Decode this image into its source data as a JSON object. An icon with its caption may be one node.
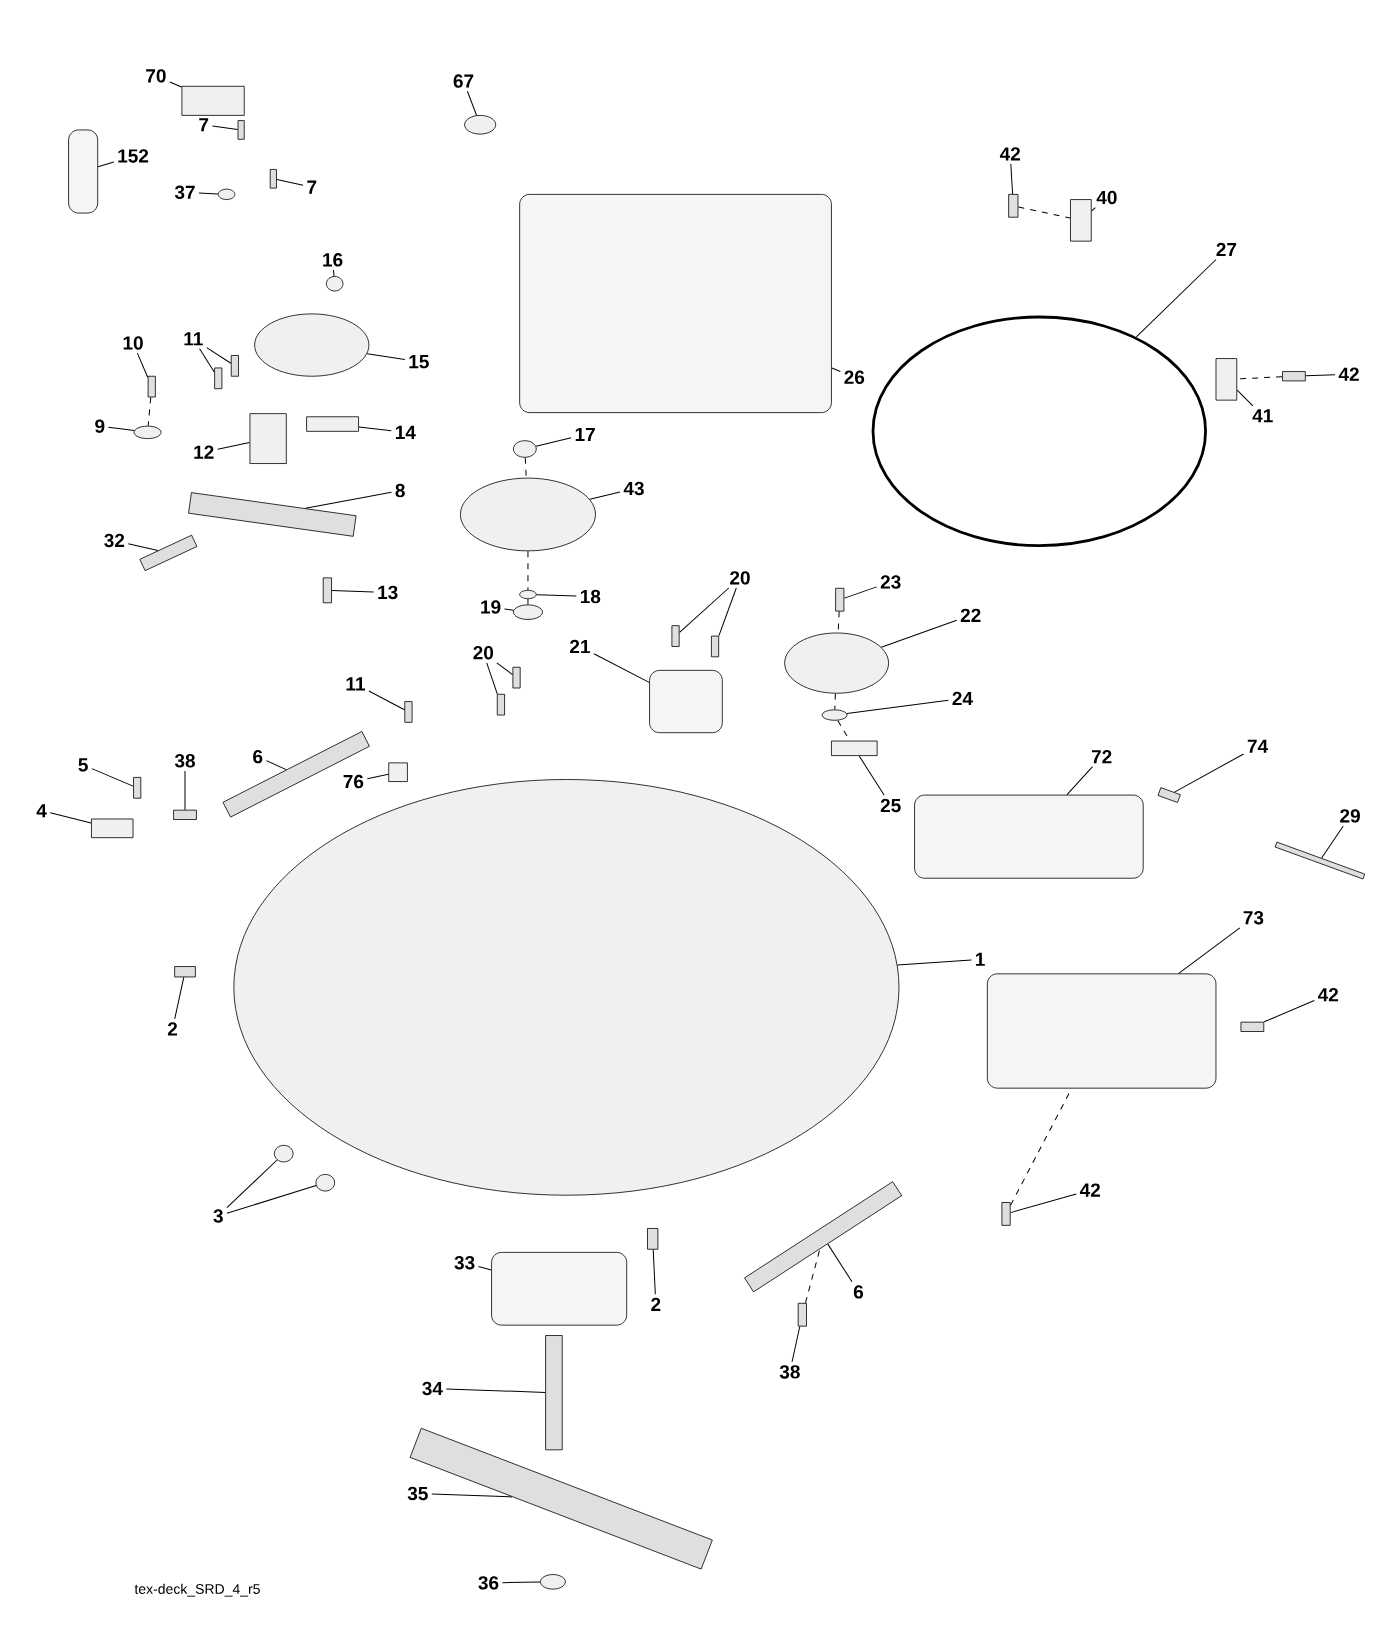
{
  "diagram": {
    "nodes": [
      {
        "text": [
          "70"
        ]
      },
      {
        "text": [],
        "shape": "box"
      },
      {
        "text": [
          "67"
        ]
      },
      {
        "text": [],
        "shape": "circle"
      },
      {
        "text": [
          "7"
        ]
      },
      {
        "text": [],
        "shape": "bar"
      },
      {
        "text": [
          "7"
        ]
      },
      {
        "text": [],
        "shape": "bar"
      },
      {
        "text": [
          "152"
        ]
      },
      {
        "text": [],
        "shape": "box"
      },
      {
        "text": [
          "37"
        ]
      },
      {
        "text": [],
        "shape": "circle"
      },
      {
        "text": [
          "16"
        ]
      },
      {
        "text": [],
        "shape": "circle"
      },
      {
        "text": [
          "15"
        ]
      },
      {
        "text": [],
        "shape": "circle"
      },
      {
        "text": [
          "11"
        ]
      },
      {
        "text": [],
        "shape": "bar"
      },
      {
        "text": [],
        "shape": "bar"
      },
      {
        "text": [
          "10"
        ]
      },
      {
        "text": [],
        "shape": "bar"
      },
      {
        "text": [
          "9"
        ]
      },
      {
        "text": [],
        "shape": "circle"
      },
      {
        "text": [
          "12"
        ]
      },
      {
        "text": [],
        "shape": "box"
      },
      {
        "text": [
          "14"
        ]
      },
      {
        "text": [],
        "shape": "box"
      },
      {
        "text": [
          "8"
        ]
      },
      {
        "text": [],
        "shape": "bar"
      },
      {
        "text": [
          "32"
        ]
      },
      {
        "text": [],
        "shape": "bar"
      },
      {
        "text": [
          "13"
        ]
      },
      {
        "text": [],
        "shape": "bar"
      },
      {
        "text": [
          "17"
        ]
      },
      {
        "text": [],
        "shape": "circle"
      },
      {
        "text": [
          "43"
        ]
      },
      {
        "text": [],
        "shape": "circle"
      },
      {
        "text": [
          "18"
        ]
      },
      {
        "text": [],
        "shape": "circle"
      },
      {
        "text": [
          "19"
        ]
      },
      {
        "text": [],
        "shape": "circle"
      },
      {
        "text": [
          "20"
        ]
      },
      {
        "text": [],
        "shape": "bar"
      },
      {
        "text": [],
        "shape": "bar"
      },
      {
        "text": [
          "21"
        ]
      },
      {
        "text": [],
        "shape": "box"
      },
      {
        "text": [
          "23"
        ]
      },
      {
        "text": [],
        "shape": "bar"
      },
      {
        "text": [
          "22"
        ]
      },
      {
        "text": [],
        "shape": "circle"
      },
      {
        "text": [
          "24"
        ]
      },
      {
        "text": [],
        "shape": "circle"
      },
      {
        "text": [
          "25"
        ]
      },
      {
        "text": [],
        "shape": "box"
      },
      {
        "text": [
          "20"
        ]
      },
      {
        "text": [],
        "shape": "bar"
      },
      {
        "text": [],
        "shape": "bar"
      },
      {
        "text": [
          "11"
        ]
      },
      {
        "text": [],
        "shape": "bar"
      },
      {
        "text": [
          "76"
        ]
      },
      {
        "text": [],
        "shape": "box"
      },
      {
        "text": [
          "5"
        ]
      },
      {
        "text": [],
        "shape": "bar"
      },
      {
        "text": [
          "38"
        ]
      },
      {
        "text": [],
        "shape": "bar"
      },
      {
        "text": [
          "6"
        ]
      },
      {
        "text": [],
        "shape": "bar"
      },
      {
        "text": [
          "4"
        ]
      },
      {
        "text": [],
        "shape": "box"
      },
      {
        "text": [
          "72"
        ]
      },
      {
        "text": [],
        "shape": "box"
      },
      {
        "text": [
          "74"
        ]
      },
      {
        "text": [],
        "shape": "bar"
      },
      {
        "text": [
          "29"
        ]
      },
      {
        "text": [],
        "shape": "bar"
      },
      {
        "text": [
          "73"
        ]
      },
      {
        "text": [],
        "shape": "box"
      },
      {
        "text": [
          "1"
        ]
      },
      {
        "text": [],
        "shape": "circle"
      },
      {
        "text": [
          "2"
        ]
      },
      {
        "text": [],
        "shape": "bar"
      },
      {
        "text": [
          "42"
        ]
      },
      {
        "text": [],
        "shape": "bar"
      },
      {
        "text": [
          "42"
        ]
      },
      {
        "text": [],
        "shape": "bar"
      },
      {
        "text": [
          "3"
        ]
      },
      {
        "text": [],
        "shape": "circle"
      },
      {
        "text": [],
        "shape": "circle"
      },
      {
        "text": [
          "2"
        ]
      },
      {
        "text": [],
        "shape": "bar"
      },
      {
        "text": [
          "33"
        ]
      },
      {
        "text": [],
        "shape": "box"
      },
      {
        "text": [
          "6"
        ]
      },
      {
        "text": [],
        "shape": "bar"
      },
      {
        "text": [
          "38"
        ]
      },
      {
        "text": [],
        "shape": "bar"
      },
      {
        "text": [
          "34"
        ]
      },
      {
        "text": [],
        "shape": "bar"
      },
      {
        "text": [
          "35"
        ]
      },
      {
        "text": [],
        "shape": "bar"
      },
      {
        "text": [
          "36"
        ]
      },
      {
        "text": [],
        "shape": "circle"
      },
      {
        "text": [
          "26"
        ]
      },
      {
        "text": [],
        "shape": "box"
      },
      {
        "text": [
          "42"
        ]
      },
      {
        "text": [],
        "shape": "bar"
      },
      {
        "text": [
          "40"
        ]
      },
      {
        "text": [],
        "shape": "box"
      },
      {
        "text": [
          "27"
        ]
      },
      {
        "text": [],
        "shape": "circle"
      },
      {
        "text": [
          "42"
        ]
      },
      {
        "text": [],
        "shape": "bar"
      },
      {
        "text": [
          "41"
        ]
      },
      {
        "text": [],
        "shape": "box"
      }
    ],
    "edges": [
      {
        "from": 0,
        "to": 1,
        "arrow": "none"
      },
      {
        "from": 2,
        "to": 3,
        "arrow": "none"
      },
      {
        "from": 4,
        "to": 5,
        "arrow": "none"
      },
      {
        "from": 6,
        "to": 7,
        "arrow": "none"
      },
      {
        "from": 8,
        "to": 9,
        "arrow": "none"
      },
      {
        "from": 10,
        "to": 11,
        "arrow": "none"
      },
      {
        "from": 12,
        "to": 13,
        "arrow": "none"
      },
      {
        "from": 14,
        "to": 15,
        "arrow": "none"
      },
      {
        "from": 16,
        "to": 17,
        "arrow": "none"
      },
      {
        "from": 16,
        "to": 18,
        "arrow": "none"
      },
      {
        "from": 19,
        "to": 20,
        "arrow": "none"
      },
      {
        "from": 21,
        "to": 22,
        "arrow": "none"
      },
      {
        "from": 23,
        "to": 24,
        "arrow": "none"
      },
      {
        "from": 25,
        "to": 26,
        "arrow": "none"
      },
      {
        "from": 27,
        "to": 28,
        "arrow": "none"
      },
      {
        "from": 29,
        "to": 30,
        "arrow": "none"
      },
      {
        "from": 31,
        "to": 32,
        "arrow": "none"
      },
      {
        "from": 33,
        "to": 34,
        "arrow": "none"
      },
      {
        "from": 35,
        "to": 36,
        "arrow": "none"
      },
      {
        "from": 37,
        "to": 38,
        "arrow": "none"
      },
      {
        "from": 39,
        "to": 40,
        "arrow": "none"
      },
      {
        "from": 41,
        "to": 42,
        "arrow": "none"
      },
      {
        "from": 41,
        "to": 43,
        "arrow": "none"
      },
      {
        "from": 44,
        "to": 45,
        "arrow": "none"
      },
      {
        "from": 46,
        "to": 47,
        "arrow": "none"
      },
      {
        "from": 48,
        "to": 49,
        "arrow": "none"
      },
      {
        "from": 50,
        "to": 51,
        "arrow": "none"
      },
      {
        "from": 52,
        "to": 53,
        "arrow": "none"
      },
      {
        "from": 54,
        "to": 55,
        "arrow": "none"
      },
      {
        "from": 54,
        "to": 56,
        "arrow": "none"
      },
      {
        "from": 57,
        "to": 58,
        "arrow": "none"
      },
      {
        "from": 59,
        "to": 60,
        "arrow": "none"
      },
      {
        "from": 61,
        "to": 62,
        "arrow": "none"
      },
      {
        "from": 63,
        "to": 64,
        "arrow": "none"
      },
      {
        "from": 65,
        "to": 66,
        "arrow": "none"
      },
      {
        "from": 67,
        "to": 68,
        "arrow": "none"
      },
      {
        "from": 69,
        "to": 70,
        "arrow": "none"
      },
      {
        "from": 71,
        "to": 72,
        "arrow": "none"
      },
      {
        "from": 73,
        "to": 74,
        "arrow": "none"
      },
      {
        "from": 75,
        "to": 76,
        "arrow": "none"
      },
      {
        "from": 77,
        "to": 78,
        "arrow": "none"
      },
      {
        "from": 79,
        "to": 80,
        "arrow": "none"
      },
      {
        "from": 81,
        "to": 82,
        "arrow": "none"
      },
      {
        "from": 83,
        "to": 84,
        "arrow": "none"
      },
      {
        "from": 85,
        "to": 86,
        "arrow": "none"
      },
      {
        "from": 85,
        "to": 87,
        "arrow": "none"
      },
      {
        "from": 88,
        "to": 89,
        "arrow": "none"
      },
      {
        "from": 90,
        "to": 91,
        "arrow": "none"
      },
      {
        "from": 92,
        "to": 93,
        "arrow": "none"
      },
      {
        "from": 94,
        "to": 95,
        "arrow": "none"
      },
      {
        "from": 96,
        "to": 97,
        "arrow": "none"
      },
      {
        "from": 98,
        "to": 99,
        "arrow": "none"
      },
      {
        "from": 100,
        "to": 101,
        "arrow": "none"
      },
      {
        "from": 102,
        "to": 103,
        "arrow": "none"
      },
      {
        "from": 104,
        "to": 105,
        "arrow": "none"
      },
      {
        "from": 106,
        "to": 107,
        "arrow": "none"
      },
      {
        "from": 108,
        "to": 109,
        "arrow": "none"
      },
      {
        "from": 110,
        "to": 111,
        "arrow": "none"
      },
      {
        "from": 112,
        "to": 113,
        "arrow": "none"
      },
      {
        "from": 105,
        "to": 107,
        "arrow": "none",
        "style": "dashed"
      },
      {
        "from": 111,
        "to": 113,
        "arrow": "none",
        "style": "dashed"
      },
      {
        "from": 34,
        "to": 36,
        "arrow": "none",
        "style": "dashed"
      },
      {
        "from": 36,
        "to": 38,
        "arrow": "none",
        "style": "dashed"
      },
      {
        "from": 38,
        "to": 40,
        "arrow": "none",
        "style": "dashed"
      },
      {
        "from": 47,
        "to": 49,
        "arrow": "none",
        "style": "dashed"
      },
      {
        "from": 49,
        "to": 51,
        "arrow": "none",
        "style": "dashed"
      },
      {
        "from": 51,
        "to": 53,
        "arrow": "none",
        "style": "dashed"
      },
      {
        "from": 95,
        "to": 93,
        "arrow": "none",
        "style": "dashed"
      },
      {
        "from": 84,
        "to": 76,
        "arrow": "none",
        "style": "dashed"
      },
      {
        "from": 20,
        "to": 22,
        "arrow": "none",
        "style": "dashed"
      }
    ],
    "labels": [
      "tex-deck_SRD_4_r5"
    ]
  }
}
